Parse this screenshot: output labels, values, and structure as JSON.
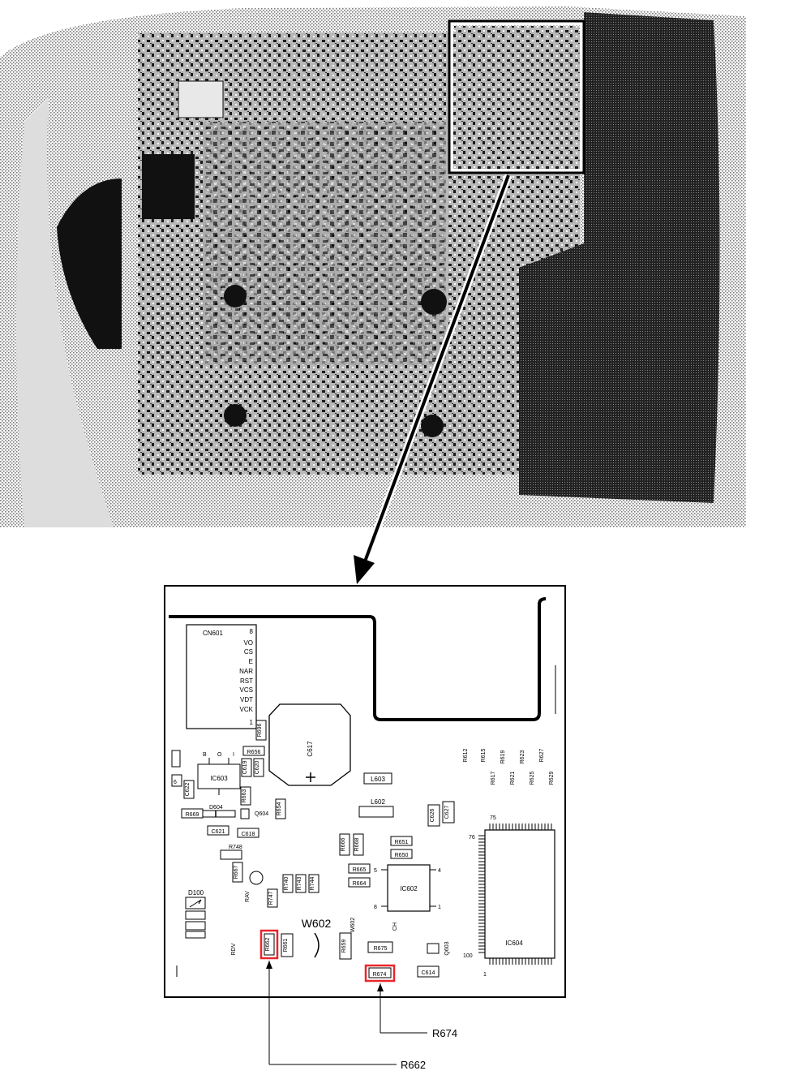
{
  "photo": {
    "caption": ""
  },
  "connector": {
    "name": "CN601",
    "pins": [
      "8",
      "VO",
      "CS",
      "E",
      "NAR",
      "RST",
      "VCS",
      "VDT",
      "VCK",
      "1"
    ]
  },
  "components": {
    "c617": "C617",
    "r696": "R696",
    "r656": "R656",
    "c619": "C619",
    "c620": "C620",
    "ic603": "IC603",
    "c622": "C622",
    "r663": "R663",
    "d604": "D604",
    "r669": "R669",
    "q604": "Q604",
    "r654": "R654",
    "c621": "C621",
    "c618": "C618",
    "l603": "L603",
    "l602": "L602",
    "c626": "C626",
    "c627": "C627",
    "r612": "R612",
    "r615": "R615",
    "r617": "R617",
    "r619": "R619",
    "r621": "R621",
    "r623": "R623",
    "r625": "R625",
    "r627": "R627",
    "r629": "R629",
    "r666": "R666",
    "r668": "R668",
    "r651": "R651",
    "r650": "R650",
    "r748": "R748",
    "r667": "R667",
    "rav": "RAV",
    "r740": "R740",
    "r743": "R743",
    "r744": "R744",
    "r747": "R747",
    "r665": "R665",
    "r664": "R664",
    "ic602": "IC602",
    "d100": "D100",
    "rdv": "RDV",
    "w602_small": "W602",
    "w602": "W602",
    "r662_box": "R662",
    "r661": "R661",
    "r659": "R659",
    "ch": "CH",
    "r675": "R675",
    "q603": "Q603",
    "r674_box": "R674",
    "c614": "C614",
    "ic604": "IC604"
  },
  "ic602_pins": {
    "p1": "1",
    "p4": "4",
    "p5": "5",
    "p8": "8"
  },
  "ic604_pins": {
    "p1": "1",
    "p75": "75",
    "p76": "76",
    "p100": "100"
  },
  "ic603_pins": {
    "b": "B",
    "o": "O",
    "i": "I"
  },
  "misc_small": {
    "six": "6"
  },
  "callouts": {
    "r674": "R674",
    "r662": "R662"
  },
  "colors": {
    "highlight": "#e8262b",
    "ink": "#000000",
    "paper": "#ffffff"
  }
}
